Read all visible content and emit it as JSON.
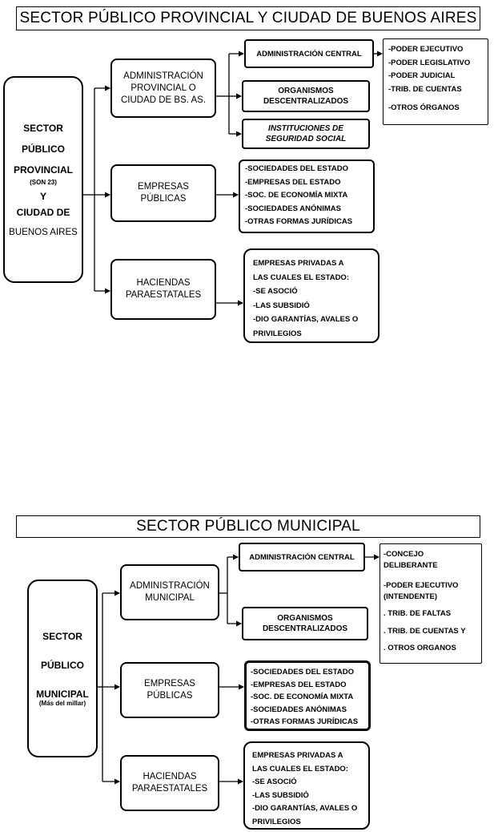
{
  "provincial": {
    "title": "SECTOR PÚBLICO PROVINCIAL Y CIUDAD DE BUENOS AIRES",
    "main_box": {
      "line1": "SECTOR",
      "line2": "PÚBLICO",
      "line3": "PROVINCIAL",
      "line4": "(SON 23)",
      "line5": "Y",
      "line6": "CIUDAD DE",
      "line7": "BUENOS AIRES"
    },
    "admin": {
      "line1": "ADMINISTRACIÓN",
      "line2": "PROVINCIAL O",
      "line3": "CIUDAD DE BS. AS."
    },
    "admin_central": "ADMINISTRACIÓN CENTRAL",
    "organismos": {
      "line1": "ORGANISMOS",
      "line2": "DESCENTRALIZADOS"
    },
    "instituciones": {
      "line1": "INSTITUCIONES DE",
      "line2": "SEGURIDAD SOCIAL"
    },
    "poderes": [
      "-PODER EJECUTIVO",
      "-PODER LEGISLATIVO",
      "-PODER JUDICIAL",
      "-TRIB. DE CUENTAS",
      "-OTROS ÓRGANOS"
    ],
    "empresas": {
      "line1": "EMPRESAS",
      "line2": "PÚBLICAS"
    },
    "empresas_list": [
      "-SOCIEDADES DEL ESTADO",
      "-EMPRESAS DEL ESTADO",
      "-SOC. DE ECONOMÍA MIXTA",
      "-SOCIEDADES ANÓNIMAS",
      "-OTRAS FORMAS JURÍDICAS"
    ],
    "haciendas": {
      "line1": "HACIENDAS",
      "line2": "PARAESTATALES"
    },
    "haciendas_list": [
      "EMPRESAS PRIVADAS A",
      "LAS CUALES EL ESTADO:",
      "-SE ASOCIÓ",
      "-LAS SUBSIDIÓ",
      "-DIO GARANTÍAS, AVALES O",
      "PRIVILEGIOS"
    ]
  },
  "municipal": {
    "title": "SECTOR PÚBLICO MUNICIPAL",
    "main_box": {
      "line1": "SECTOR",
      "line2": "PÚBLICO",
      "line3": "MUNICIPAL",
      "line4": "(Más del millar)"
    },
    "admin": {
      "line1": "ADMINISTRACIÓN",
      "line2": "MUNICIPAL"
    },
    "admin_central": "ADMINISTRACIÓN CENTRAL",
    "organismos": {
      "line1": "ORGANISMOS",
      "line2": "DESCENTRALIZADOS"
    },
    "poderes": [
      "-CONCEJO",
      "DELIBERANTE",
      "-PODER EJECUTIVO",
      "(INTENDENTE)",
      ". TRIB. DE FALTAS",
      ". TRIB. DE CUENTAS Y",
      ". OTROS ORGANOS"
    ],
    "empresas": {
      "line1": "EMPRESAS",
      "line2": "PÚBLICAS"
    },
    "empresas_list": [
      "-SOCIEDADES DEL ESTADO",
      "-EMPRESAS DEL ESTADO",
      "-SOC. DE ECONOMÍA MIXTA",
      "-SOCIEDADES ANÓNIMAS",
      "-OTRAS FORMAS JURÍDICAS"
    ],
    "haciendas": {
      "line1": "HACIENDAS",
      "line2": "PARAESTATALES"
    },
    "haciendas_list": [
      "EMPRESAS PRIVADAS A",
      "LAS CUALES EL ESTADO:",
      "-SE ASOCIÓ",
      "-LAS SUBSIDIÓ",
      "-DIO GARANTÍAS, AVALES O",
      "PRIVILEGIOS"
    ]
  }
}
